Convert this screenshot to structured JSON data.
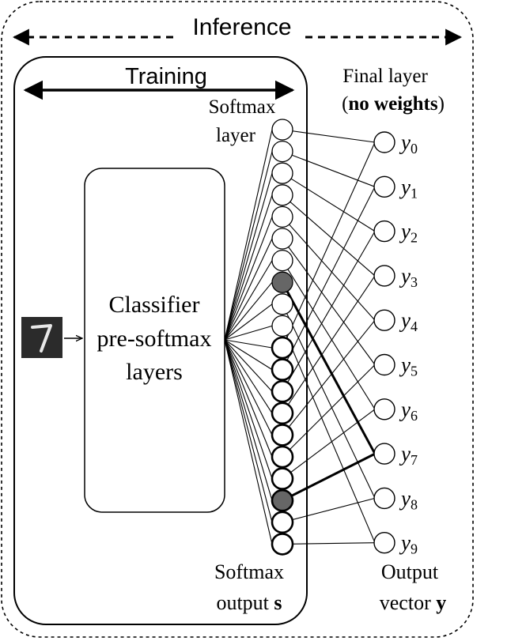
{
  "labels": {
    "inference": "Inference",
    "training": "Training",
    "classifier_line1": "Classifier",
    "classifier_line2": "pre-softmax",
    "classifier_line3": "layers",
    "softmax_layer_line1": "Softmax",
    "softmax_layer_line2": "layer",
    "final_layer_line1": "Final layer",
    "final_layer_open": "(",
    "final_layer_bold": "no weights",
    "final_layer_close": ")",
    "softmax_output_line1": "Softmax",
    "softmax_output_line2_prefix": "output ",
    "softmax_output_symbol": "s",
    "output_vector_line1": "Output",
    "output_vector_line2_prefix": "vector ",
    "output_vector_symbol": "y"
  },
  "input_image": {
    "description_name": "handwritten-digit-input"
  },
  "softmax_nodes": {
    "count": 20,
    "highlighted": [
      7,
      17
    ],
    "bold_outline_from": 10
  },
  "outputs": [
    {
      "base": "y",
      "sub": "0"
    },
    {
      "base": "y",
      "sub": "1"
    },
    {
      "base": "y",
      "sub": "2"
    },
    {
      "base": "y",
      "sub": "3"
    },
    {
      "base": "y",
      "sub": "4"
    },
    {
      "base": "y",
      "sub": "5"
    },
    {
      "base": "y",
      "sub": "6"
    },
    {
      "base": "y",
      "sub": "7"
    },
    {
      "base": "y",
      "sub": "8"
    },
    {
      "base": "y",
      "sub": "9"
    }
  ],
  "connections_highlighted_target": 7,
  "colors": {
    "stroke": "#000000",
    "highlight_fill": "#666666",
    "node_fill": "#ffffff",
    "digit_bg": "#2b2b2b",
    "digit_stroke": "#e8e8e8"
  }
}
